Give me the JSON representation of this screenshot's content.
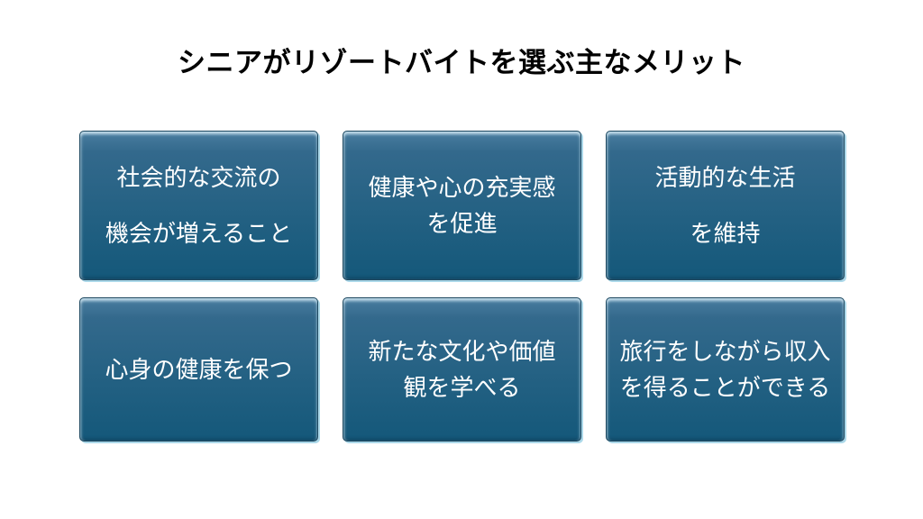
{
  "title": {
    "text": "シニアがリゾートバイトを選ぶ主なメリット",
    "color": "#000000"
  },
  "colors": {
    "background": "#ffffff",
    "box_gradient_top": "#4a7da0",
    "box_gradient_bottom": "#14587a",
    "box_border": "#1c475f",
    "box_outer_highlight": "#abd8e9",
    "box_text": "#ffffff"
  },
  "boxes": [
    {
      "lines": [
        "社会的な交流の",
        "機会が増えること"
      ]
    },
    {
      "lines": [
        "健康や心の充実感",
        "を促進"
      ]
    },
    {
      "lines": [
        "活動的な生活",
        "を維持"
      ]
    },
    {
      "lines": [
        "心身の健康を保つ"
      ]
    },
    {
      "lines": [
        "新たな文化や価値",
        "観を学べる"
      ]
    },
    {
      "lines": [
        "旅行をしながら収入",
        "を得ることができる"
      ]
    }
  ]
}
